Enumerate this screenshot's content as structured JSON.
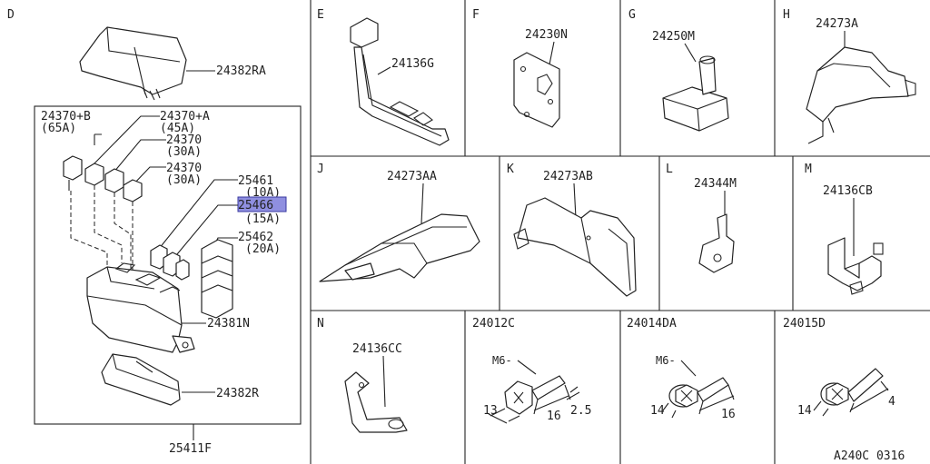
{
  "footer_code": "A240C 0316",
  "panels": {
    "D": {
      "letter": "D",
      "parts": {
        "p24382RA": "24382RA",
        "p24370B": "24370+B",
        "p24370B_amp": "(65A)",
        "p24370A": "24370+A",
        "p24370A_amp": "(45A)",
        "p24370_1": "24370",
        "p24370_1_amp": "(30A)",
        "p24370_2": "24370",
        "p24370_2_amp": "(30A)",
        "p25461": "25461",
        "p25461_amp": "(10A)",
        "p25466": "25466",
        "p25466_amp": "(15A)",
        "p25462": "25462",
        "p25462_amp": "(20A)",
        "p24381N": "24381N",
        "p24382R": "24382R",
        "p25411F": "25411F"
      }
    },
    "E": {
      "letter": "E",
      "part": "24136G"
    },
    "F": {
      "letter": "F",
      "part": "24230N"
    },
    "G": {
      "letter": "G",
      "part": "24250M"
    },
    "H": {
      "letter": "H",
      "part": "24273A"
    },
    "J": {
      "letter": "J",
      "part": "24273AA"
    },
    "K": {
      "letter": "K",
      "part": "24273AB"
    },
    "L": {
      "letter": "L",
      "part": "24344M"
    },
    "M": {
      "letter": "M",
      "part": "24136CB"
    },
    "N": {
      "letter": "N",
      "part": "24136CC"
    },
    "bolt1": {
      "part": "24012C",
      "thread": "M6-",
      "head": "13",
      "length": "16",
      "tip": "2.5"
    },
    "bolt2": {
      "part": "24014DA",
      "thread": "M6-",
      "head": "14",
      "length": "16"
    },
    "bolt3": {
      "part": "24015D",
      "head": "14",
      "tip": "4"
    }
  }
}
